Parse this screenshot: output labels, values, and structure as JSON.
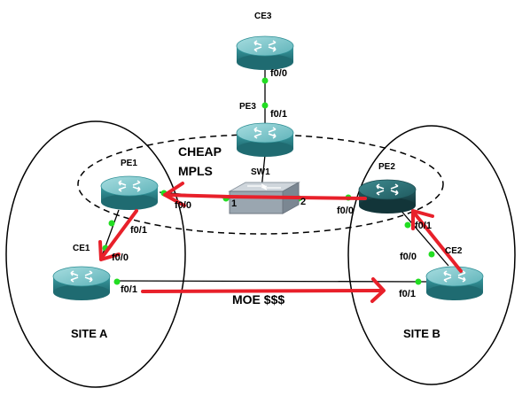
{
  "routers": {
    "ce3": "CE3",
    "pe3": "PE3",
    "pe1": "PE1",
    "pe2": "PE2",
    "ce1": "CE1",
    "ce2": "CE2"
  },
  "switch": {
    "name": "SW1",
    "port1": "1",
    "port2": "2"
  },
  "interfaces": {
    "ce3_f00": "f0/0",
    "pe3_f01": "f0/1",
    "pe1_f00": "f0/0",
    "pe1_f01": "f0/1",
    "ce1_f00": "f0/0",
    "ce1_f01": "f0/1",
    "pe2_f00": "f0/0",
    "pe2_f01": "f0/1",
    "ce2_f00": "f0/0",
    "ce2_f01": "f0/1"
  },
  "annotations": {
    "cheap_line1": "CHEAP",
    "cheap_line2": "MPLS",
    "moe": "MOE $$$",
    "site_a": "SITE A",
    "site_b": "SITE B"
  },
  "colors": {
    "router_body": "#2f8f95",
    "router_top": "#7fc6cb",
    "router_dark_body": "#1c4d52",
    "router_dark_top": "#2e7479",
    "link_dot": "#22dd22",
    "arrow": "#e8202a",
    "line": "#000000"
  }
}
